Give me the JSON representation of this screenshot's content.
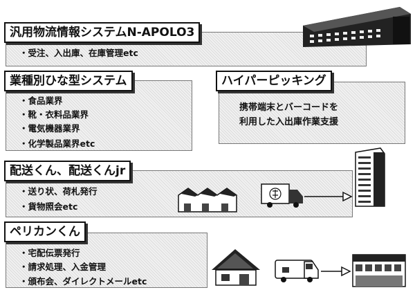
{
  "sections": [
    {
      "title": "汎用物流情報システムN-APOLO3",
      "items": [
        "受注、入出庫、在庫管理etc"
      ]
    },
    {
      "title": "業種別ひな型システム",
      "items": [
        "食品業界",
        "靴・衣料品業界",
        "電気機器業界",
        "化学製品業界etc"
      ]
    },
    {
      "title": "配送くん、配送くんjr",
      "items": [
        "送り状、荷札発行",
        "貨物照会etc"
      ]
    },
    {
      "title": "ペリカンくん",
      "items": [
        "宅配伝票発行",
        "請求処理、入金管理",
        "頒布会、ダイレクトメールetc"
      ]
    }
  ],
  "hyper_picking": {
    "title": "ハイパーピッキング",
    "desc_line1": "携帯端末とバーコードを",
    "desc_line2": "利用した入出庫作業支援"
  }
}
